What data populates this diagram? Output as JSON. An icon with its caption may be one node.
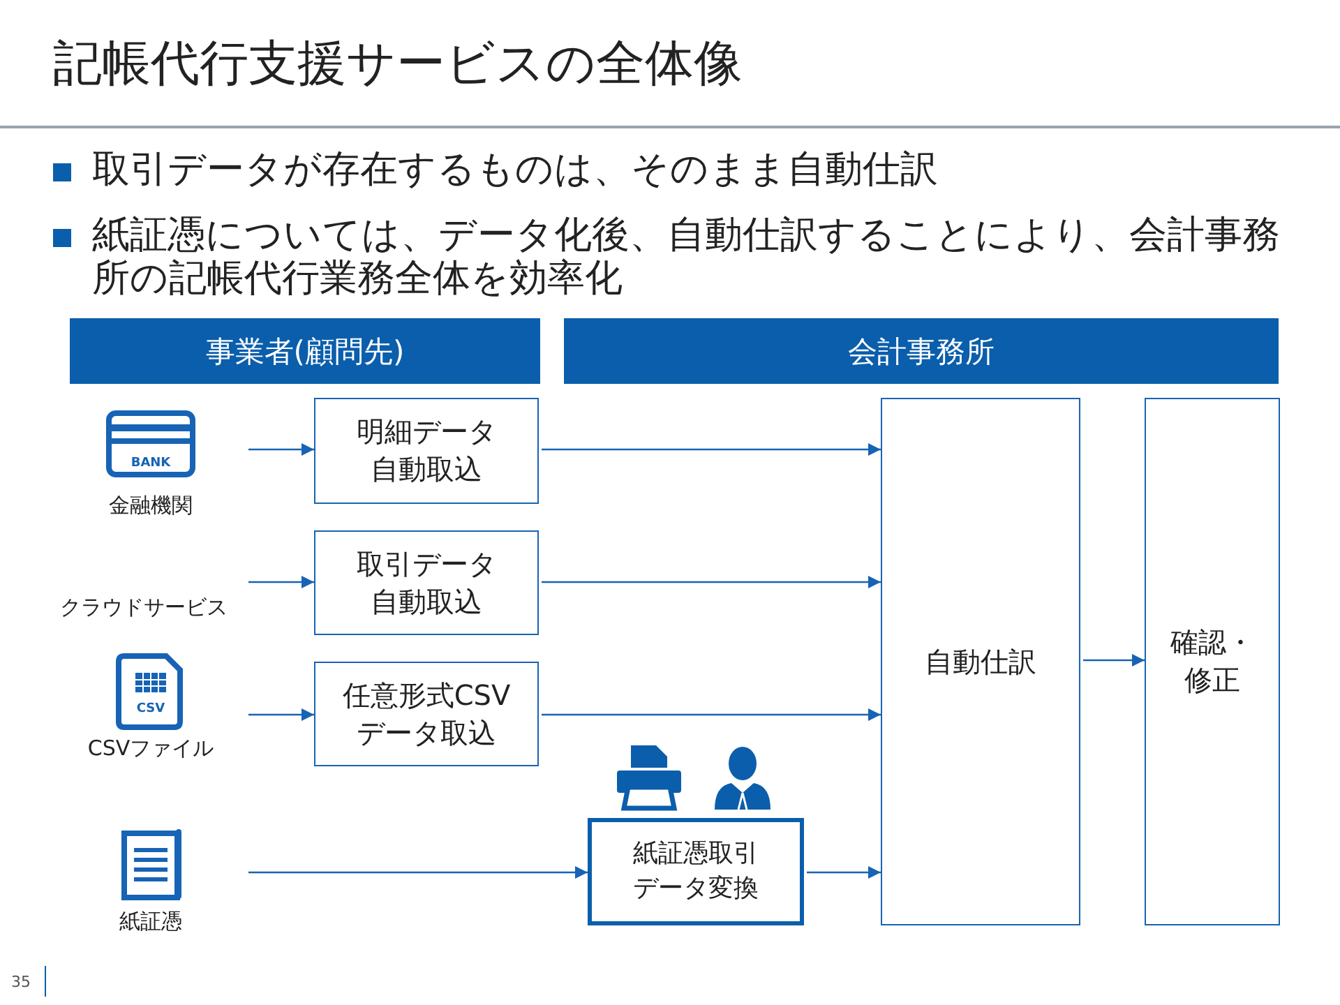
{
  "diagram": {
    "title": "記帳代行支援サービスの全体像",
    "nodes": [
      {
        "text": [
          "事業者(顧問先)"
        ]
      },
      {
        "text": [
          "会計事務所"
        ]
      },
      {
        "text": [
          "金融機関"
        ]
      },
      {
        "text": [
          "明細データ自動取込"
        ]
      },
      {
        "text": [
          "クラウドサービス"
        ]
      },
      {
        "text": [
          "取引データ自動取込"
        ]
      },
      {
        "text": [
          "CSVファイル"
        ]
      },
      {
        "text": [
          "任意形式CSVデータ取込"
        ]
      },
      {
        "text": [
          "紙証憑"
        ]
      },
      {
        "text": [
          "紙証憑取引データ変換"
        ]
      },
      {
        "text": [
          "自動仕訳"
        ]
      },
      {
        "text": [
          "確認・修正"
        ]
      }
    ],
    "edges": [
      {
        "from": 2,
        "to": 3,
        "arrow": "to"
      },
      {
        "from": 3,
        "to": 10,
        "arrow": "to"
      },
      {
        "from": 4,
        "to": 5,
        "arrow": "to"
      },
      {
        "from": 5,
        "to": 10,
        "arrow": "to"
      },
      {
        "from": 6,
        "to": 7,
        "arrow": "to"
      },
      {
        "from": 7,
        "to": 10,
        "arrow": "to"
      },
      {
        "from": 8,
        "to": 9,
        "arrow": "to"
      },
      {
        "from": 9,
        "to": 10,
        "arrow": "to"
      },
      {
        "from": 10,
        "to": 11,
        "arrow": "to"
      }
    ],
    "labels": [
      "取引データが存在するものは、そのまま自動仕訳",
      "紙証憑については、データ化後、自動仕訳することにより、会計事務所の記帳代行業務全体を効率化",
      "BANK",
      "CSV",
      "35"
    ]
  }
}
